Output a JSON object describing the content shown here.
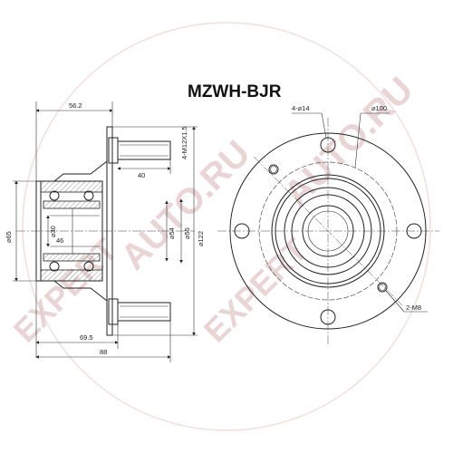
{
  "title": "MZWH-BJR",
  "watermark": {
    "text_main": "EXPERT",
    "text_url": "AUTO.RU",
    "color": "#d8b4b4"
  },
  "side_view": {
    "dim_top": "56.2",
    "dim_stud_thread": "4-M12X1.5",
    "dim_stud_len": "40",
    "dim_phi30": "⌀30",
    "dim_46": "46",
    "dim_phi54": "⌀54",
    "dim_phi55": "⌀55",
    "dim_phi122": "⌀122",
    "dim_phi65": "⌀65",
    "dim_695": "69.5",
    "dim_88": "88"
  },
  "front_view": {
    "holes_label": "4-⌀14",
    "pcd_label": "⌀100",
    "threads_label": "2-M8"
  }
}
